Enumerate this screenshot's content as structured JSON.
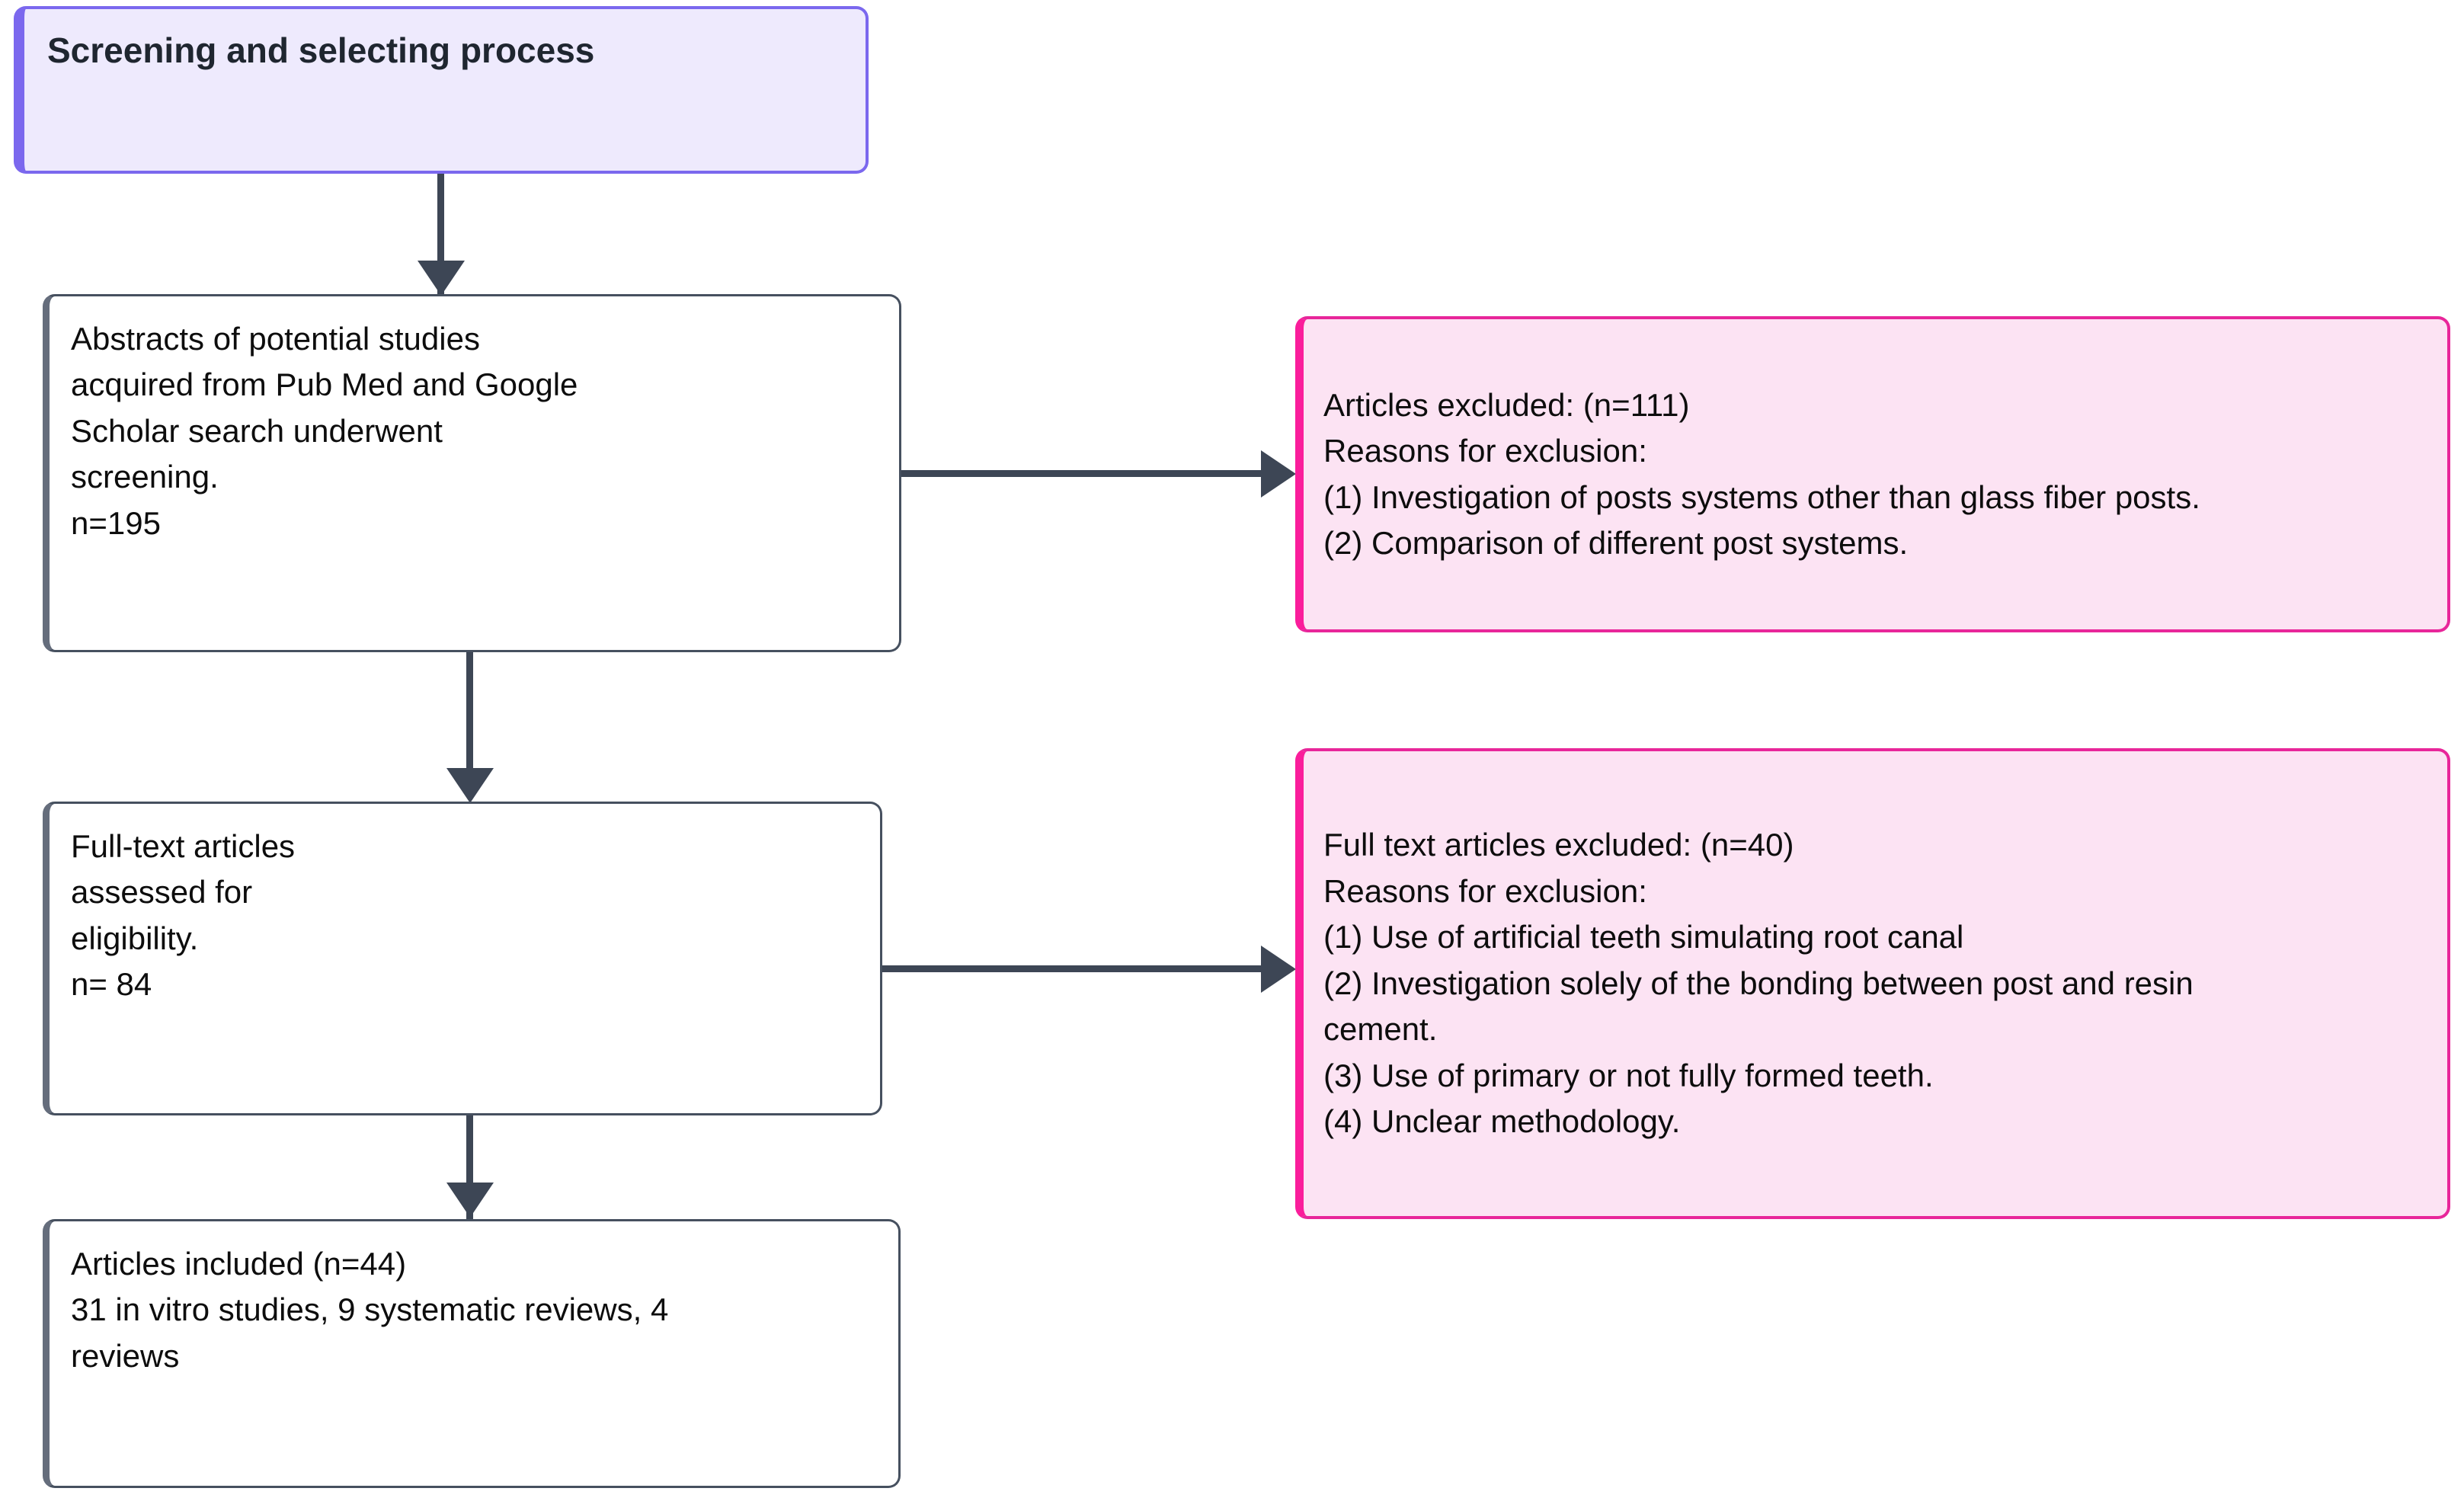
{
  "diagram": {
    "type": "flowchart",
    "title": "Screening and selecting process",
    "nodes": {
      "header": {
        "label": "Screening and selecting process",
        "fill": "#eeeafd",
        "stroke": "#7b68ee"
      },
      "screening": {
        "label": "Abstracts of potential studies\nacquired from Pub Med and Google\nScholar search underwent\nscreening.\nn=195",
        "fill": "#ffffff",
        "stroke": "#46505f"
      },
      "excluded_abstracts": {
        "label": "Articles excluded: (n=111)\nReasons for exclusion:\n(1) Investigation of posts systems other than glass fiber posts.\n(2) Comparison of different post systems.",
        "fill": "#fce3f3",
        "stroke": "#fa1d9b"
      },
      "fulltext": {
        "label": "Full-text articles\nassessed for\neligibility.\nn= 84",
        "fill": "#ffffff",
        "stroke": "#46505f"
      },
      "excluded_fulltext": {
        "label": "Full text articles excluded: (n=40)\nReasons for exclusion:\n(1) Use of artificial teeth simulating root canal\n(2) Investigation solely of the bonding between post and resin\ncement.\n(3) Use of primary or not fully formed teeth.\n(4) Unclear methodology.",
        "fill": "#fce3f3",
        "stroke": "#fa1d9b"
      },
      "included": {
        "label": "Articles included (n=44)\n31 in vitro studies, 9 systematic reviews, 4\nreviews",
        "fill": "#ffffff",
        "stroke": "#46505f"
      }
    },
    "edges": [
      {
        "from": "header",
        "to": "screening",
        "direction": "down"
      },
      {
        "from": "screening",
        "to": "excluded_abstracts",
        "direction": "right"
      },
      {
        "from": "screening",
        "to": "fulltext",
        "direction": "down"
      },
      {
        "from": "fulltext",
        "to": "excluded_fulltext",
        "direction": "right"
      },
      {
        "from": "fulltext",
        "to": "included",
        "direction": "down"
      }
    ],
    "counts": {
      "screened": 195,
      "excluded_abstracts": 111,
      "fulltext_assessed": 84,
      "excluded_fulltext": 40,
      "included": 44,
      "in_vitro_studies": 31,
      "systematic_reviews": 9,
      "reviews": 4
    },
    "arrow_color": "#3d4655"
  }
}
